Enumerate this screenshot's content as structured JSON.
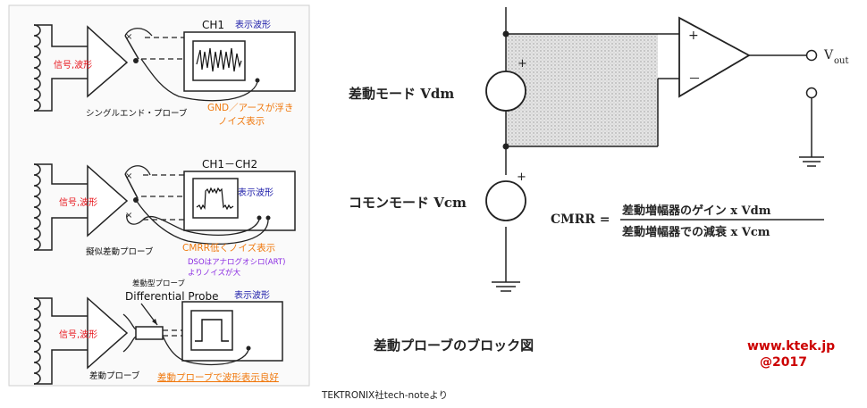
{
  "left_panel": {
    "probe1": {
      "signal_label": "信号,波形",
      "scope_channel": "CH1",
      "display_label": "表示波形",
      "caption": "シングルエンド・プローブ",
      "note_line1": "GND／アースが浮き",
      "note_line2": "ノイズ表示"
    },
    "probe2": {
      "signal_label": "信号,波形",
      "scope_channel": "CH1－CH2",
      "display_label": "表示波形",
      "caption": "擬似差動プローブ",
      "note_main": "CMRR低くノイズ表示",
      "note_sub1": "DSOはアナログオシロ(ART)",
      "note_sub2": "よりノイズが大"
    },
    "probe3": {
      "signal_label": "信号,波形",
      "probe_type_small": "差動型プローブ",
      "probe_type_en": "Differential Probe",
      "display_label": "表示波形",
      "caption": "差動プローブ",
      "note": "差動プローブで波形表示良好"
    }
  },
  "source_note": "TEKTRONIX社tech-noteより",
  "right_panel": {
    "diff_mode_label": "差動モード Vdm",
    "common_mode_label": "コモンモード Vcm",
    "plus_sign": "+",
    "minus_sign": "－",
    "vout_main": "V",
    "vout_sub": "out",
    "cmrr_lhs": "CMRR =",
    "cmrr_numerator": "差動増幅器のゲイン x Vdm",
    "cmrr_denominator": "差動増幅器での減衰 x Vcm",
    "title": "差動プローブのブロック図",
    "credit_url": "www.ktek.jp",
    "credit_year": "@2017"
  },
  "colors": {
    "red": "#e8141b",
    "blue": "#1a1aa8",
    "orange": "#f07a10",
    "purple": "#8a2be2",
    "credit": "#cc0000",
    "line": "#222222"
  }
}
